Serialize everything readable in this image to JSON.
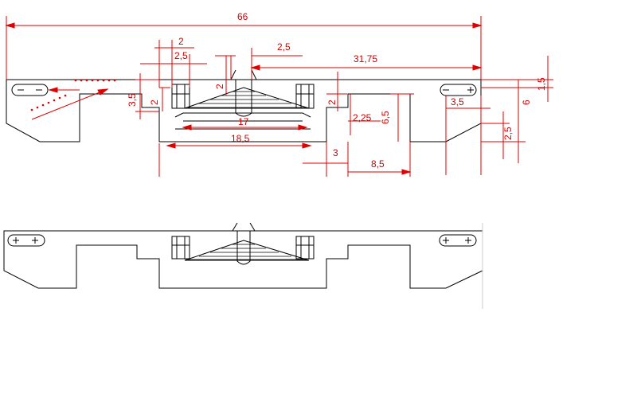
{
  "colors": {
    "dimension": "#e00000",
    "outline": "#000000",
    "background": "#ffffff"
  },
  "dimensions": {
    "overall_width": "66",
    "slot_offset": "2",
    "slot_width": "2,5",
    "center_offset": "2,5",
    "right_length": "31,75",
    "top_height": "1,5",
    "step_height": "3,5",
    "step_depth": "2",
    "inner_step": "2",
    "hole_spacing": "3,5",
    "right_height": "6",
    "block_height": "6,5",
    "notch_height": "2,25",
    "slot_gap": "17",
    "bottom_span": "18,5",
    "right_corner": "2,5",
    "foot_width": "3",
    "foot_span": "8,5",
    "pin_height": "2"
  }
}
